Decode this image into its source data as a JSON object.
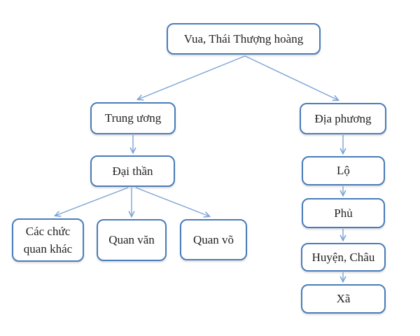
{
  "diagram": {
    "nodes": {
      "vua": {
        "label": "Vua, Thái Thượng hoàng"
      },
      "trung_uong": {
        "label": "Trung ương"
      },
      "dia_phuong": {
        "label": "Địa phương"
      },
      "dai_than": {
        "label": "Đại thần"
      },
      "cac_chuc_quan_khac": {
        "label": "Các chức quan khác"
      },
      "quan_van": {
        "label": "Quan văn"
      },
      "quan_vo": {
        "label": "Quan võ"
      },
      "lo": {
        "label": "Lộ"
      },
      "phu": {
        "label": "Phủ"
      },
      "huyen_chau": {
        "label": "Huyện, Châu"
      },
      "xa": {
        "label": "Xã"
      }
    },
    "edges": [
      {
        "from": "vua",
        "to": "trung_uong"
      },
      {
        "from": "vua",
        "to": "dia_phuong"
      },
      {
        "from": "trung_uong",
        "to": "dai_than"
      },
      {
        "from": "dai_than",
        "to": "cac_chuc_quan_khac"
      },
      {
        "from": "dai_than",
        "to": "quan_van"
      },
      {
        "from": "dai_than",
        "to": "quan_vo"
      },
      {
        "from": "dia_phuong",
        "to": "lo"
      },
      {
        "from": "lo",
        "to": "phu"
      },
      {
        "from": "phu",
        "to": "huyen_chau"
      },
      {
        "from": "huyen_chau",
        "to": "xa"
      }
    ],
    "colors": {
      "box_border": "#4a7cba",
      "arrow": "#7ca3d6",
      "text": "#1f1f1f",
      "background": "#ffffff"
    }
  }
}
